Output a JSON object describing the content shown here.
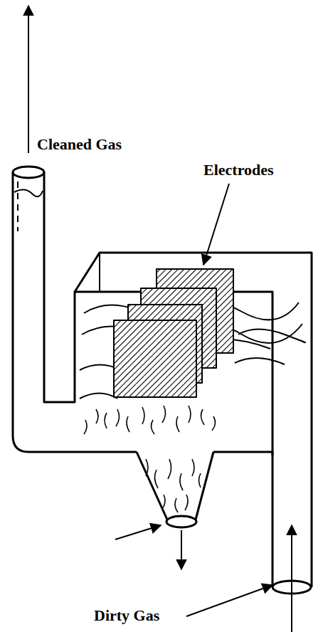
{
  "diagram": {
    "labels": [
      "Cleaned Gas",
      "Electrodes",
      "Dirty Gas"
    ]
  }
}
